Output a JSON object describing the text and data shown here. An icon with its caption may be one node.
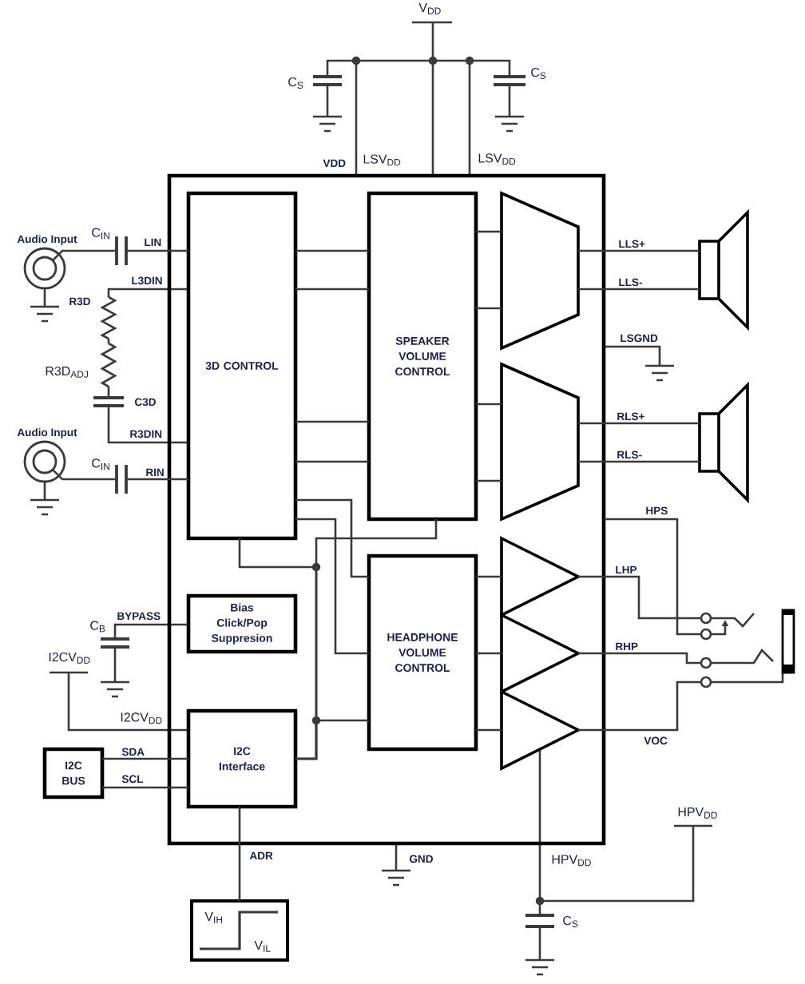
{
  "diagram": {
    "nodes": [
      {
        "text": [],
        "shape": "box"
      },
      {
        "text": [
          "3D CONTROL"
        ],
        "in": 0
      },
      {
        "text": [
          "SPEAKER VOLUME CONTROL"
        ],
        "in": 0
      },
      {
        "text": [],
        "shape": "trapezoid",
        "in": 0
      },
      {
        "text": [],
        "shape": "trapezoid",
        "in": 0
      },
      {
        "text": [
          "Bias Click/Pop Suppresion"
        ],
        "in": 0
      },
      {
        "text": [
          "HEADPHONE VOLUME CONTROL"
        ],
        "in": 0
      },
      {
        "text": [],
        "shape": "triangle",
        "in": 0
      },
      {
        "text": [],
        "shape": "triangle",
        "in": 0
      },
      {
        "text": [],
        "shape": "triangle",
        "in": 0
      },
      {
        "text": [
          "I2C Interface"
        ],
        "in": 0
      },
      {
        "text": [
          "Audio Input"
        ]
      },
      {
        "text": [
          "Audio Input"
        ]
      },
      {
        "text": [],
        "shape": "speaker"
      },
      {
        "text": [],
        "shape": "speaker"
      },
      {
        "text": [],
        "shape": "jack"
      },
      {
        "text": [
          "I2C BUS"
        ]
      },
      {
        "text": [
          "V$_{IH}$",
          "V$_{IL}$"
        ]
      },
      {
        "text": [
          "C$_{IN}$"
        ]
      },
      {
        "text": [
          "C$_{IN}$"
        ]
      }
    ],
    "edges": [
      {
        "from": 11,
        "to": 18,
        "arrow": "none"
      },
      {
        "from": 12,
        "to": 19,
        "arrow": "none"
      },
      {
        "from": 1,
        "to": 2,
        "arrow": "none"
      },
      {
        "from": 1,
        "to": 2,
        "arrow": "none"
      },
      {
        "from": 1,
        "to": 2,
        "arrow": "none"
      },
      {
        "from": 1,
        "to": 2,
        "arrow": "none"
      },
      {
        "from": 2,
        "to": 3,
        "arrow": "none"
      },
      {
        "from": 2,
        "to": 3,
        "arrow": "none"
      },
      {
        "from": 2,
        "to": 4,
        "arrow": "none"
      },
      {
        "from": 2,
        "to": 4,
        "arrow": "none"
      },
      {
        "from": 3,
        "to": 13,
        "arrow": "none"
      },
      {
        "from": 3,
        "to": 13,
        "arrow": "none"
      },
      {
        "from": 4,
        "to": 14,
        "arrow": "none"
      },
      {
        "from": 4,
        "to": 14,
        "arrow": "none"
      },
      {
        "from": 1,
        "to": 6,
        "arrow": "none"
      },
      {
        "from": 1,
        "to": 6,
        "arrow": "none"
      },
      {
        "from": 6,
        "to": 7,
        "arrow": "none"
      },
      {
        "from": 6,
        "to": 8,
        "arrow": "none"
      },
      {
        "from": 6,
        "to": 9,
        "arrow": "none"
      },
      {
        "from": 0,
        "to": 15,
        "arrow": "none"
      },
      {
        "from": 7,
        "to": 15,
        "arrow": "none"
      },
      {
        "from": 8,
        "to": 15,
        "arrow": "none"
      },
      {
        "from": 9,
        "to": 15,
        "arrow": "none"
      },
      {
        "from": 16,
        "to": 10,
        "arrow": "none"
      },
      {
        "from": 16,
        "to": 10,
        "arrow": "none"
      },
      {
        "from": 10,
        "to": 1,
        "arrow": "none"
      },
      {
        "from": 10,
        "to": 2,
        "arrow": "none"
      },
      {
        "from": 10,
        "to": 6,
        "arrow": "none"
      },
      {
        "from": 10,
        "to": 17,
        "arrow": "none"
      },
      {
        "from": 18,
        "to": 1,
        "arrow": "none"
      },
      {
        "from": 19,
        "to": 1,
        "arrow": "none"
      }
    ],
    "labels": [
      "V$_{DD}$",
      "C$_{S}$",
      "C$_{S}$",
      "VDD",
      "LSV$_{DD}$",
      "LSV$_{DD}$",
      "LIN",
      "LLS+",
      "L3DIN",
      "LLS-",
      "R3D",
      "LSGND",
      "R3D$_{ADJ}$",
      "C3D",
      "RLS+",
      "R3DIN",
      "RLS-",
      "RIN",
      "HPS",
      "LHP",
      "BYPASS",
      "C$_{B}$",
      "RHP",
      "I2CV$_{DD}$",
      "I2CV$_{DD}$",
      "VOC",
      "SDA",
      "SCL",
      "HPV$_{DD}$",
      "ADR",
      "GND",
      "HPV$_{DD}$",
      "C$_{S}$"
    ]
  }
}
